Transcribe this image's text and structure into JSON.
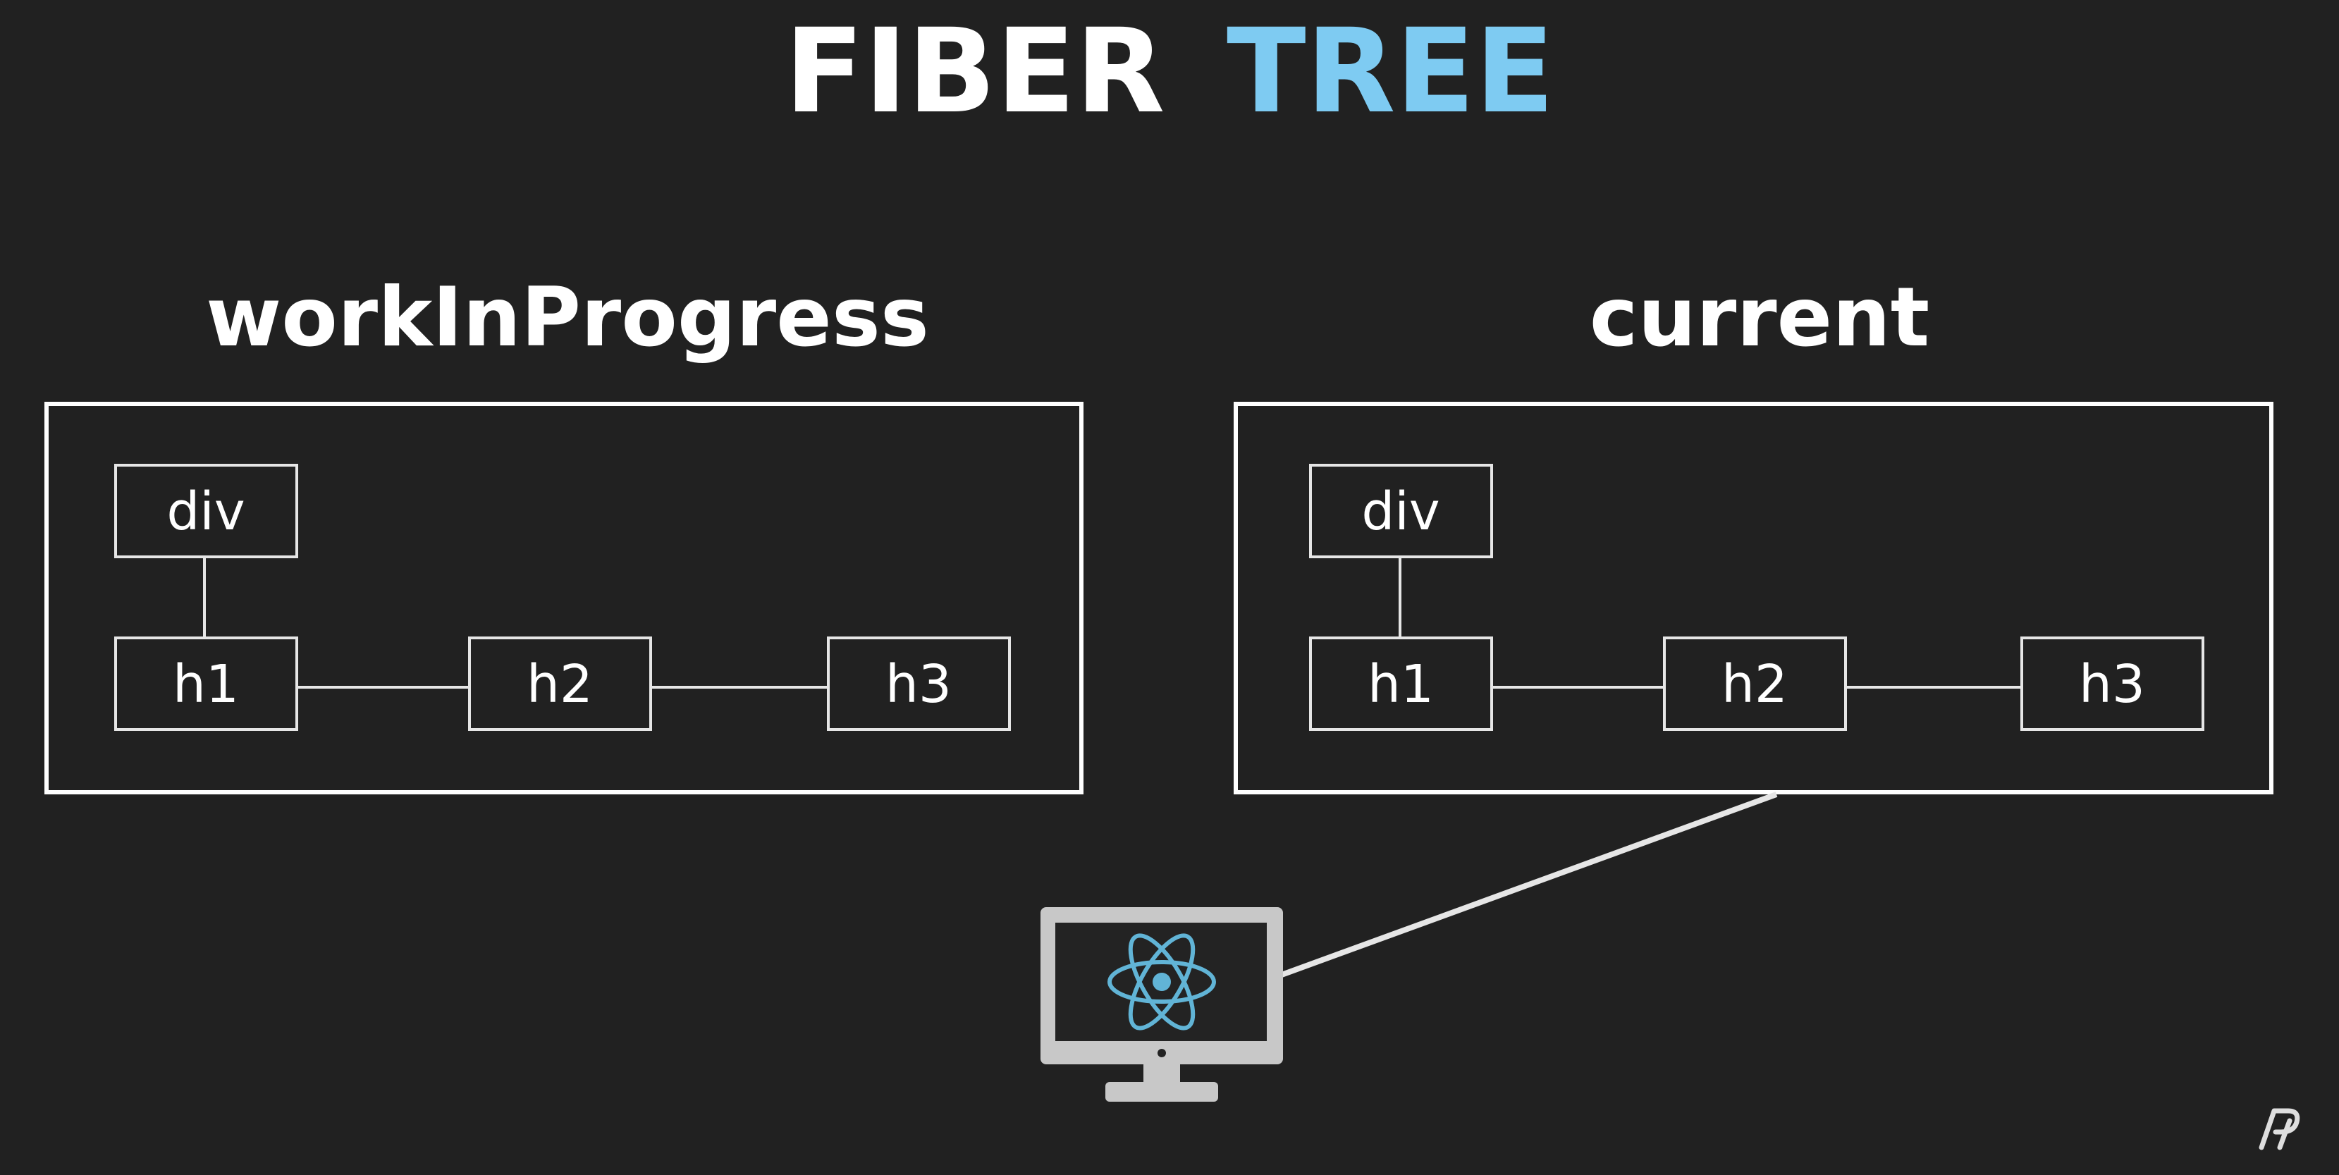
{
  "title": {
    "part1": "FIBER",
    "part2": "TREE"
  },
  "colors": {
    "background": "#212121",
    "text": "#ffffff",
    "accent": "#7ecbf2",
    "line": "#e6e6e6",
    "monitor": "#c8c8c8",
    "screen": "#232323",
    "react_logo": "#61b4d6"
  },
  "trees": [
    {
      "heading": "workInProgress",
      "nodes": {
        "root": "div",
        "child1": "h1",
        "child2": "h2",
        "child3": "h3"
      }
    },
    {
      "heading": "current",
      "nodes": {
        "root": "div",
        "child1": "h1",
        "child2": "h2",
        "child3": "h3"
      }
    }
  ],
  "display": {
    "icon": "monitor-react-icon",
    "points_to": "current"
  },
  "watermark": {
    "icon": "channel-logo-icon"
  }
}
